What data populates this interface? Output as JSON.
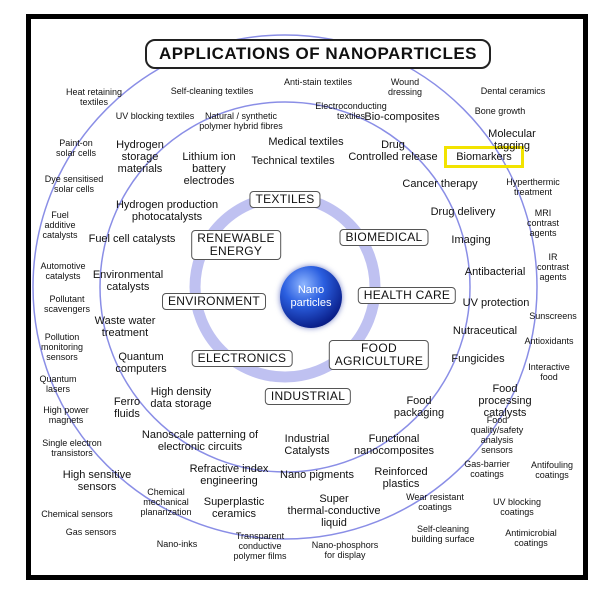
{
  "title": "APPLICATIONS OF NANOPARTICLES",
  "center": "Nano\nparticles",
  "highlight_color": "#f2e300",
  "ring_color": "#8a8ee6",
  "categories": {
    "textiles": "TEXTILES",
    "renewable_energy": "RENEWABLE\nENERGY",
    "biomedical": "BIOMEDICAL",
    "environment": "ENVIRONMENT",
    "health_care": "HEALTH CARE",
    "electronics": "ELECTRONICS",
    "food_agriculture": "FOOD\nAGRICULTURE",
    "industrial": "INDUSTRIAL"
  },
  "middle": {
    "hydrogen_storage": "Hydrogen\nstorage\nmaterials",
    "lithium_ion": "Lithium ion\nbattery\nelectrodes",
    "medical_textiles": "Medical textiles",
    "technical_textiles": "Technical textiles",
    "drug_controlled_release": "Drug\nControlled release",
    "hydrogen_production": "Hydrogen production\nphotocatalysts",
    "fuel_cell": "Fuel cell catalysts",
    "cancer_therapy": "Cancer therapy",
    "drug_delivery": "Drug delivery",
    "imaging": "Imaging",
    "environmental_catalysts": "Environmental\ncatalysts",
    "antibacterial": "Antibacterial",
    "uv_protection": "UV protection",
    "waste_water": "Waste water\ntreatment",
    "nutraceutical": "Nutraceutical",
    "quantum_computers": "Quantum\ncomputers",
    "fungicides": "Fungicides",
    "high_density": "High density\ndata storage",
    "ferro_fluids": "Ferro\nfluids",
    "food_packaging": "Food\npackaging",
    "food_processing": "Food\nprocessing catalysts",
    "nanoscale_patterning": "Nanoscale patterning of\nelectronic circuits",
    "industrial_catalysts": "Industrial\nCatalysts",
    "functional_nanocomposites": "Functional\nnanocomposites",
    "refractive_index": "Refractive index\nengineering",
    "nano_pigments": "Nano pigments",
    "reinforced_plastics": "Reinforced\nplastics",
    "high_sensitive_sensors": "High sensitive\nsensors",
    "superplastic_ceramics": "Superplastic\nceramics",
    "super_thermal": "Super\nthermal-conductive\nliquid",
    "bio_composites": "Bio-composites",
    "molecular_tagging": "Molecular tagging",
    "biomarkers": "Biomarkers"
  },
  "outer": {
    "heat_retaining": "Heat retaining\ntextiles",
    "self_cleaning_textiles": "Self-cleaning textiles",
    "anti_stain": "Anti-stain textiles",
    "wound_dressing": "Wound\ndressing",
    "dental_ceramics": "Dental ceramics",
    "uv_blocking_textiles": "UV blocking textiles",
    "natural_synthetic": "Natural / synthetic\npolymer hybrid fibres",
    "electroconducting": "Electroconducting\ntextiles",
    "bone_growth": "Bone growth",
    "paint_on_solar": "Paint-on\nsolar cells",
    "dye_sensitised": "Dye sensitised\nsolar cells",
    "hyperthermic": "Hyperthermic\ntreatment",
    "fuel_additive": "Fuel\nadditive\ncatalysts",
    "mri": "MRI\ncontrast\nagents",
    "automotive": "Automotive\ncatalysts",
    "ir_contrast": "IR\ncontrast\nagents",
    "pollutant_scavengers": "Pollutant\nscavengers",
    "sunscreens": "Sunscreens",
    "pollution_monitoring": "Pollution\nmonitoring\nsensors",
    "antioxidants": "Antioxidants",
    "interactive_food": "Interactive food",
    "quantum_lasers": "Quantum\nlasers",
    "high_power_magnets": "High power\nmagnets",
    "food_quality": "Food\nquality/safety\nanalysis\nsensors",
    "single_electron": "Single electron\ntransistors",
    "gas_barrier": "Gas-barrier\ncoatings",
    "antifouling": "Antifouling\ncoatings",
    "chemical_mechanical": "Chemical\nmechanical\nplanarization",
    "wear_resistant": "Wear resistant\ncoatings",
    "uv_blocking_coatings": "UV blocking\ncoatings",
    "chemical_sensors": "Chemical sensors",
    "gas_sensors": "Gas sensors",
    "self_cleaning_building": "Self-cleaning\nbuilding surface",
    "antimicrobial": "Antimicrobial\ncoatings",
    "nano_inks": "Nano-inks",
    "transparent_conductive": "Transparent\nconductive\npolymer films",
    "nano_phosphors": "Nano-phosphors\nfor display"
  }
}
